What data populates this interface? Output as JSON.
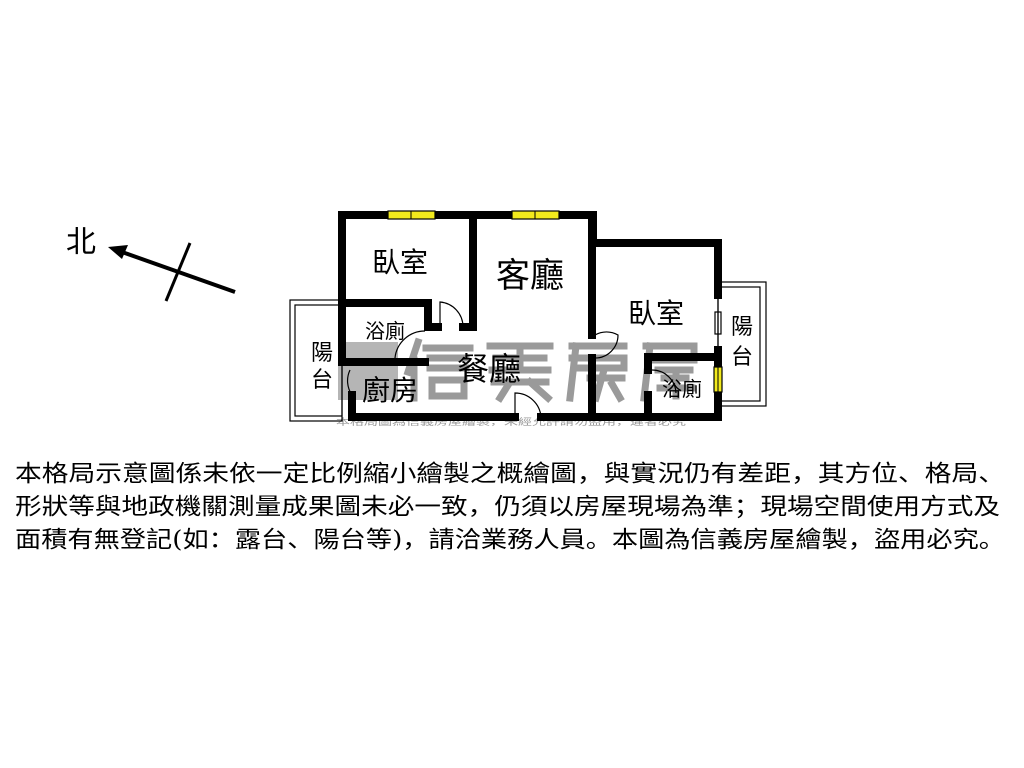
{
  "compass": {
    "north_label": "北"
  },
  "rooms": {
    "bedroom_1": "臥室",
    "living_room": "客廳",
    "bedroom_2": "臥室",
    "bathroom_1": "浴廁",
    "bathroom_2": "浴廁",
    "dining_room": "餐廳",
    "kitchen": "廚房",
    "balcony_left": [
      "陽",
      "台"
    ],
    "balcony_right": [
      "陽",
      "台"
    ]
  },
  "watermark": {
    "brand": "信義房屋",
    "notice": "本格局圖為信義房屋繪製，未經允許請勿盜用，違者必究"
  },
  "colors": {
    "window": "#f2ea1c",
    "wall": "#000000",
    "watermark": "#8a8a8a"
  },
  "disclaimer": [
    "本格局示意圖係未依一定比例縮小繪製之概繪圖，與實況仍有差距，其方位、格局、",
    "形狀等與地政機關測量成果圖未必一致，仍須以房屋現場為準；現場空間使用方式及",
    "面積有無登記(如：露台、陽台等)，請洽業務人員。本圖為信義房屋繪製，盜用必究。"
  ]
}
